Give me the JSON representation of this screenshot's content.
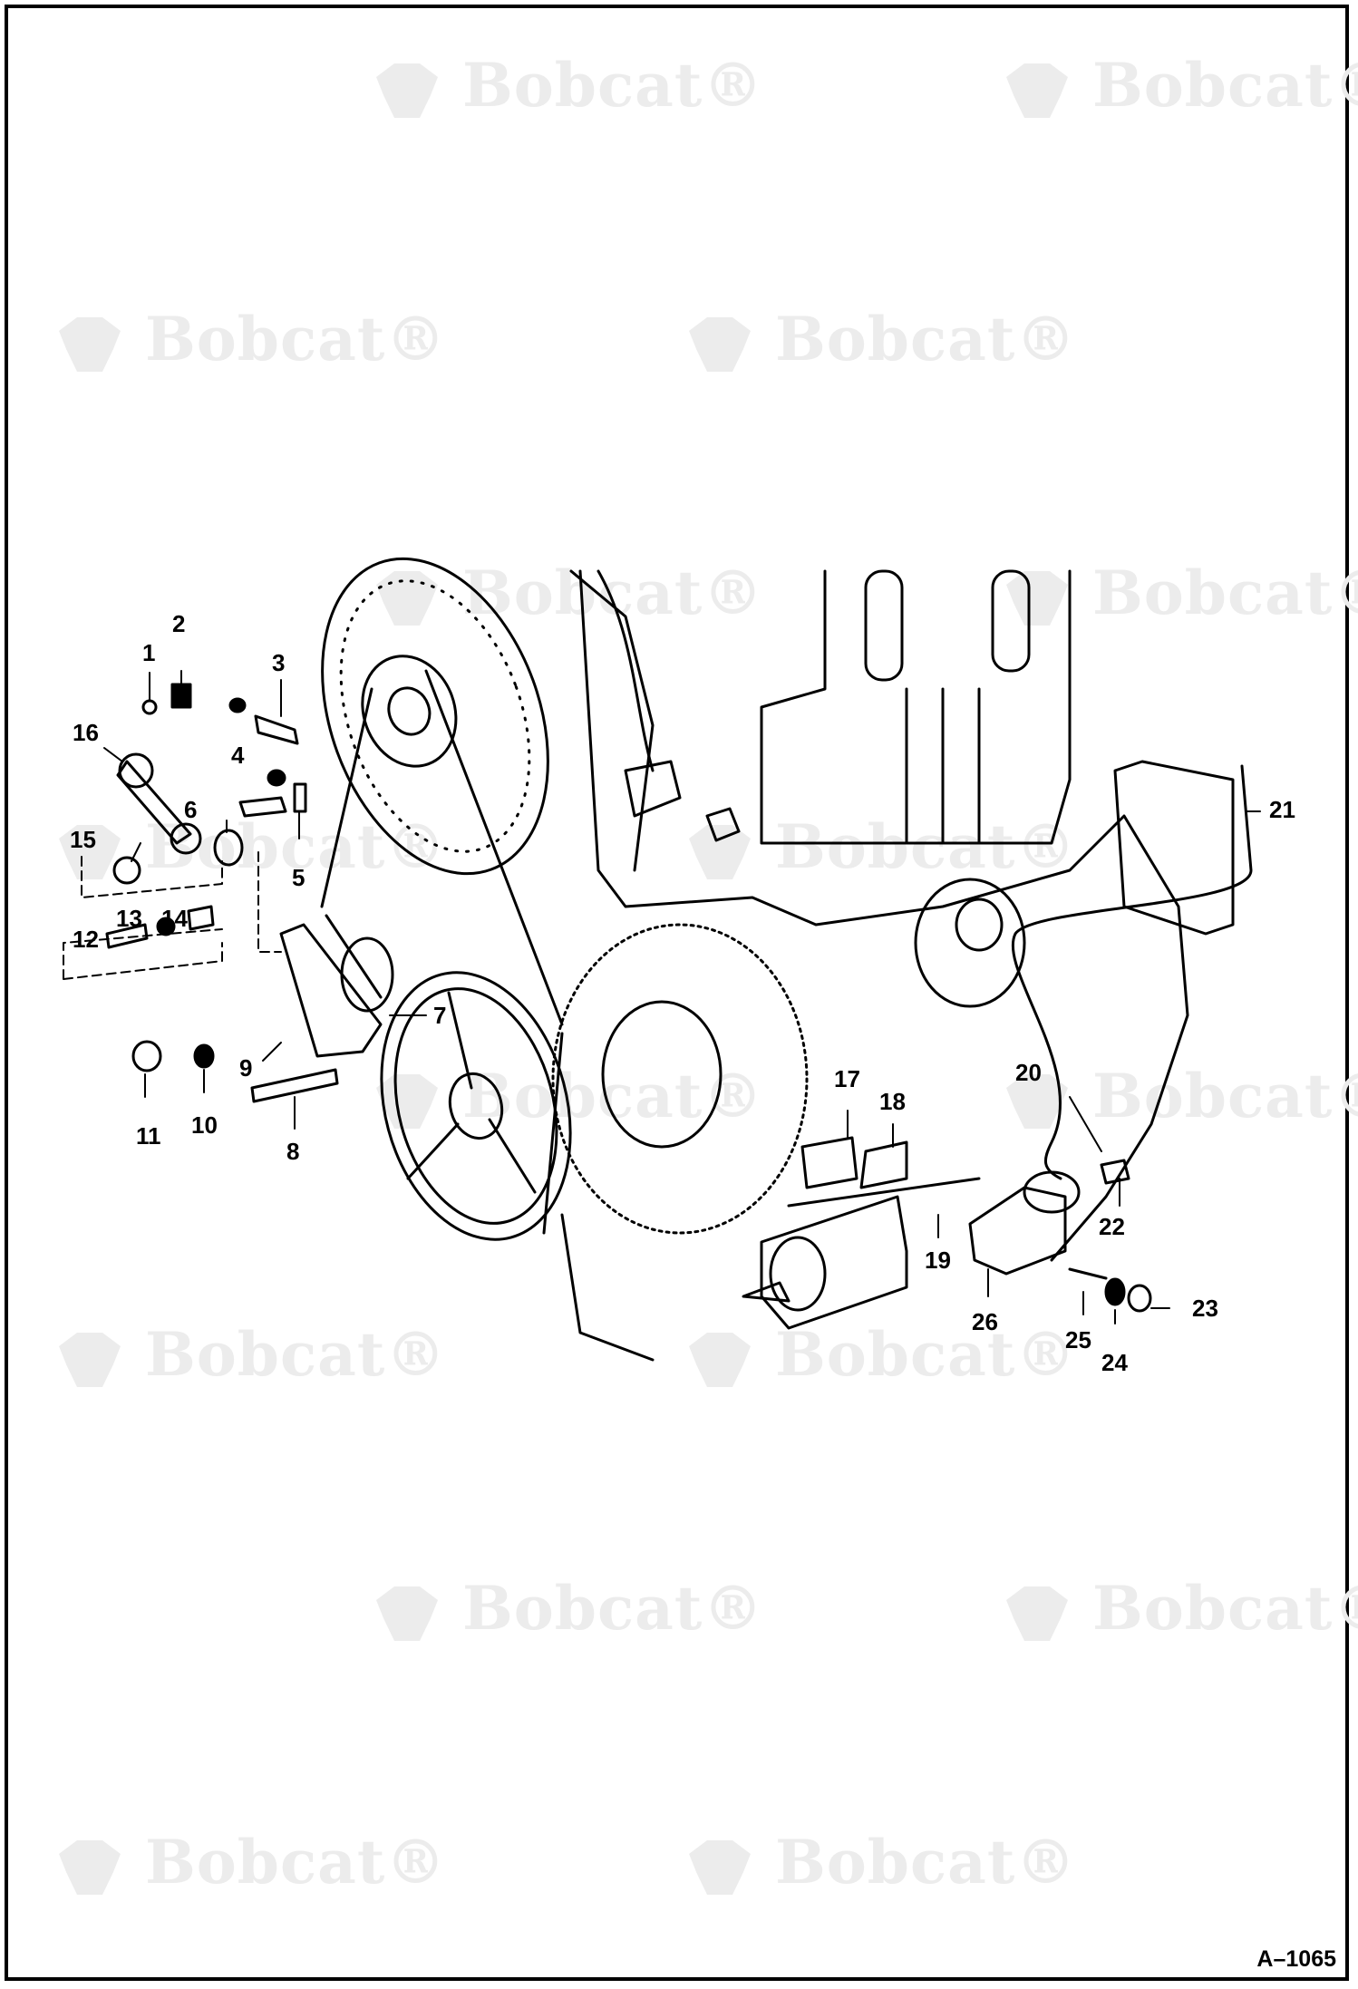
{
  "figure_id": "A–1065",
  "watermark": {
    "text": "Bobcat",
    "registered": "®",
    "color": "#ececec"
  },
  "callouts": [
    "1",
    "2",
    "3",
    "4",
    "5",
    "6",
    "7",
    "8",
    "9",
    "10",
    "11",
    "12",
    "13",
    "14",
    "15",
    "16",
    "17",
    "18",
    "19",
    "20",
    "21",
    "22",
    "23",
    "24",
    "25",
    "26"
  ],
  "colors": {
    "line": "#000000",
    "background": "#ffffff"
  }
}
